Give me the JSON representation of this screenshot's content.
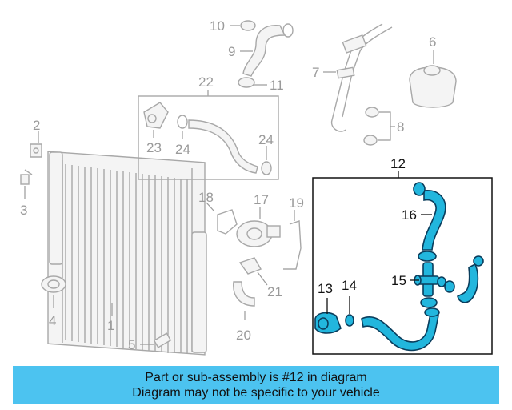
{
  "diagram": {
    "callouts": {
      "c1": "1",
      "c2": "2",
      "c3": "3",
      "c4": "4",
      "c5": "5",
      "c6": "6",
      "c7": "7",
      "c8": "8",
      "c9": "9",
      "c10": "10",
      "c11": "11",
      "c12": "12",
      "c13": "13",
      "c14": "14",
      "c15": "15",
      "c16": "16",
      "c17": "17",
      "c18": "18",
      "c19": "19",
      "c20": "20",
      "c21": "21",
      "c22": "22",
      "c23": "23",
      "c24a": "24",
      "c24b": "24"
    },
    "colors": {
      "highlight": "#22b6dd",
      "outline_dark": "#0a3d5c",
      "part_grey": "#a8a8a8",
      "banner": "#4cc3f0"
    }
  },
  "banner": {
    "line1": "Part or sub-assembly is #12 in diagram",
    "line2": "Diagram may not be specific to your vehicle"
  }
}
